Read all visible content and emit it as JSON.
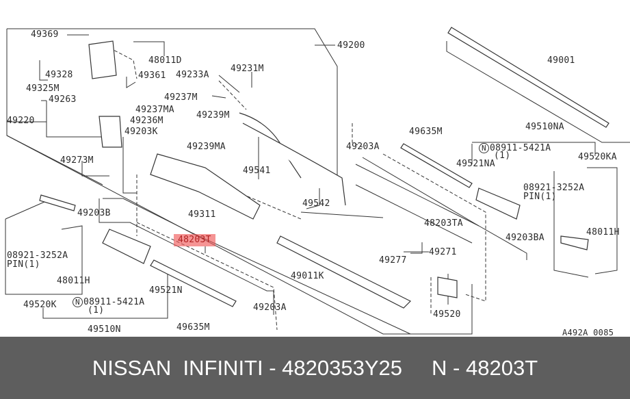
{
  "diagram": {
    "labels": [
      "49369",
      "48011D",
      "49328",
      "49361",
      "49233A",
      "49231M",
      "49325M",
      "49263",
      "49237M",
      "49220",
      "49237MA",
      "49236M",
      "49239M",
      "49203K",
      "49239MA",
      "49273M",
      "49541",
      "49200",
      "49001",
      "49635M",
      "49510NA",
      "49203A",
      "08911-5421A",
      "(1)",
      "49521NA",
      "49520KA",
      "08921-3252A",
      "PIN(1)",
      "49542",
      "48203TA",
      "49203BA",
      "48011H",
      "49311",
      "49203B",
      "08921-3252A",
      "PIN(1)",
      "49271",
      "49277",
      "49011K",
      "48011H",
      "49521N",
      "49520K",
      "08911-5421A",
      "(1)",
      "49203A",
      "49520",
      "49635M",
      "49510N",
      "A492A 0085"
    ],
    "highlighted_label": "48203T",
    "n_marker": "N"
  },
  "caption": {
    "text": "NISSAN  INFINITI - 4820353Y25     N - 48203T"
  }
}
